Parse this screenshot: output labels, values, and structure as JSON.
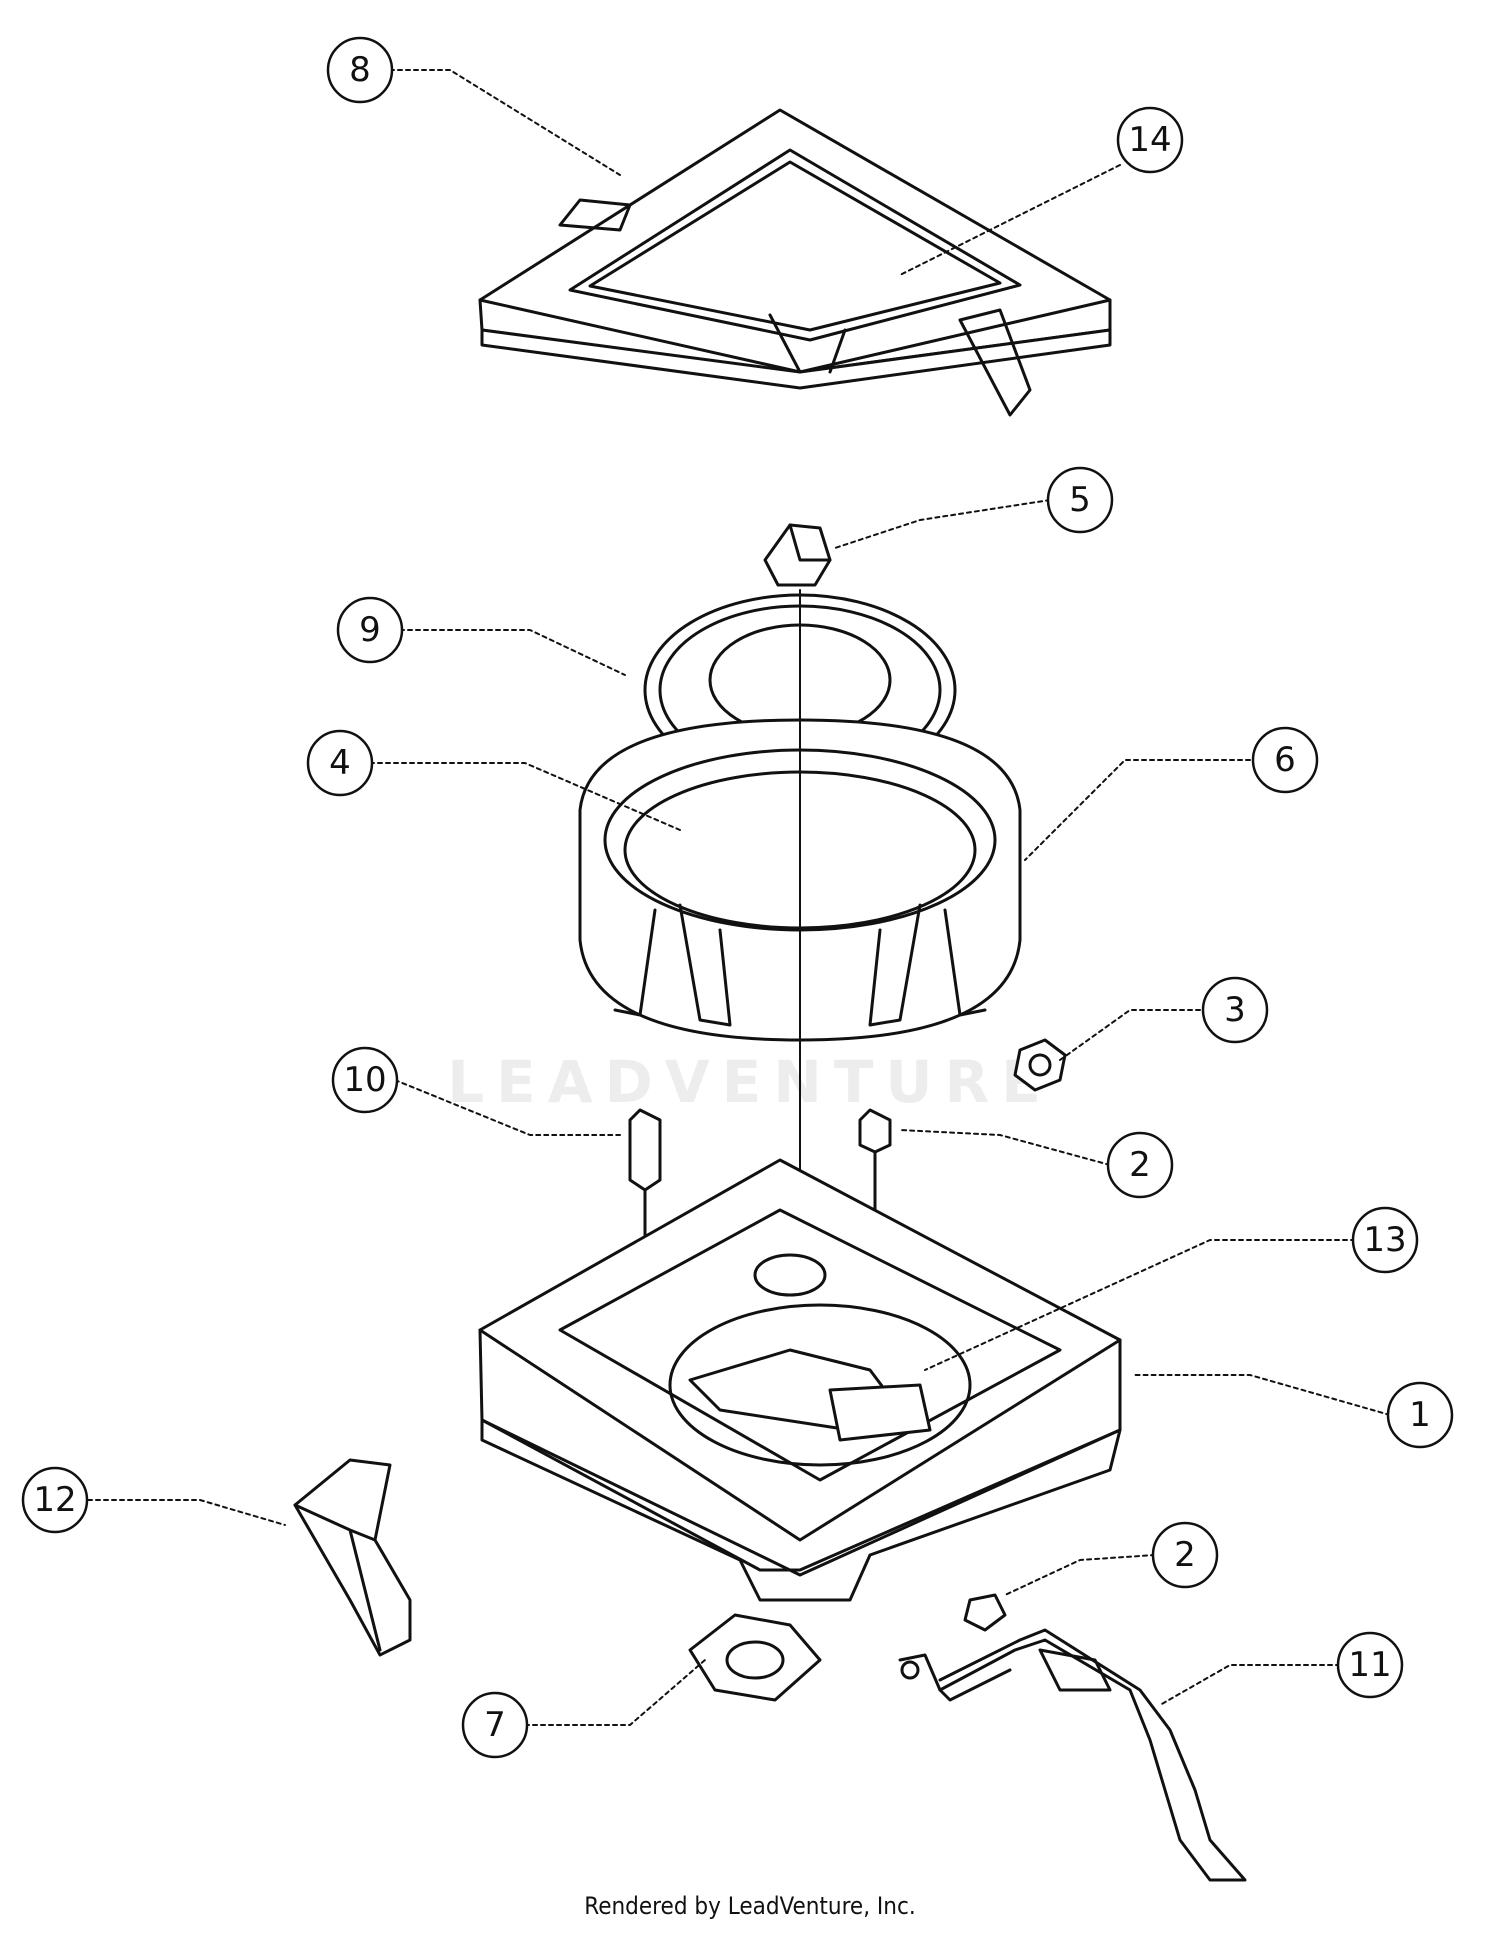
{
  "diagram": {
    "callouts": [
      "8",
      "14",
      "5",
      "9",
      "4",
      "6",
      "3",
      "10",
      "2",
      "13",
      "1",
      "12",
      "2",
      "11",
      "7"
    ]
  },
  "watermark_text": "LEADVENTURE",
  "footer_text": "Rendered by LeadVenture, Inc.",
  "colors": {
    "line": "#111111",
    "background": "#ffffff",
    "watermark": "#ededed"
  }
}
